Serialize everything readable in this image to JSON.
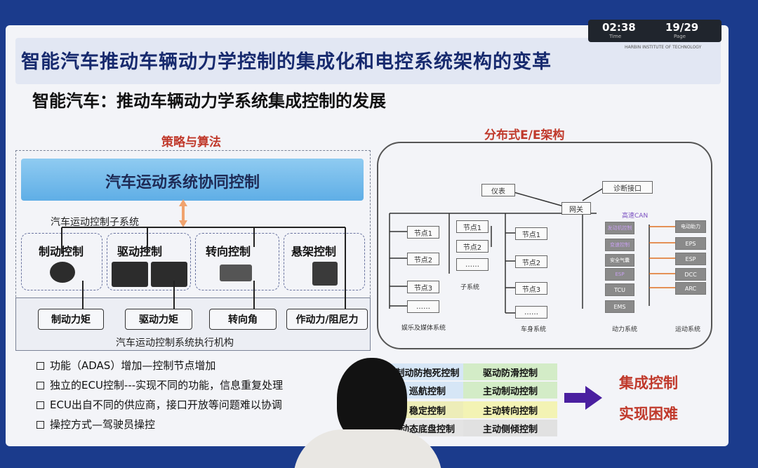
{
  "header": {
    "title": "智能汽车推动车辆动力学控制的集成化和电控系统架构的变革",
    "timer": "02:38",
    "timer_label": "Time",
    "page_counter": "19/29",
    "page_label": "Page",
    "institute": "HARBIN INSTITUTE OF TECHNOLOGY"
  },
  "slide": {
    "subtitle": "智能汽车：推动车辆动力学系统集成控制的发展",
    "left_section_title": "策略与算法",
    "right_section_title": "分布式E/E架构"
  },
  "left_diagram": {
    "banner": "汽车运动系统协同控制",
    "subsystem_label": "汽车运动控制子系统",
    "subsystems": [
      "制动控制",
      "驱动控制",
      "转向控制",
      "悬架控制"
    ],
    "outputs": [
      "制动力矩",
      "驱动力矩",
      "转向角",
      "作动力/阻尼力"
    ],
    "exec_label": "汽车运动控制系统执行机构"
  },
  "right_diagram": {
    "instrument": "仪表",
    "diag_port": "诊断接口",
    "gateway": "网关",
    "nodes_a": [
      "节点1",
      "节点2",
      "节点3",
      "……"
    ],
    "nodes_b": [
      "节点1",
      "节点2",
      "……"
    ],
    "nodes_c": [
      "节点1",
      "节点2",
      "节点3",
      "……"
    ],
    "can_label": "高速CAN",
    "power_nodes": [
      "发动机控制",
      "变速控制",
      "安全气囊",
      "ESP",
      "TCU",
      "EMS"
    ],
    "motion_nodes": [
      "电动助力",
      "EPS",
      "ESP",
      "DCC",
      "ARC"
    ],
    "group_labels": [
      "娱乐及媒体系统",
      "子系统",
      "车身系统",
      "动力系统",
      "运动系统"
    ]
  },
  "bullets": [
    "功能（ADAS）增加—控制节点增加",
    "独立的ECU控制---实现不同的功能，信息重复处理",
    "ECU出自不同的供应商，接口开放等问题难以协调",
    "操控方式—驾驶员操控"
  ],
  "feature_table": {
    "col1": [
      "制动防抱死控制",
      "巡航控制",
      "稳定控制",
      "动态底盘控制"
    ],
    "col2": [
      "驱动防滑控制",
      "主动制动控制",
      "主动转向控制",
      "主动侧倾控制"
    ],
    "col2_colors": [
      "#d3ecc7",
      "#d3ecc7",
      "#f3f3b4",
      "#e1e1e1"
    ]
  },
  "result": {
    "line1": "集成控制",
    "line2": "实现困难",
    "arrow_color": "#4a1fa0"
  }
}
